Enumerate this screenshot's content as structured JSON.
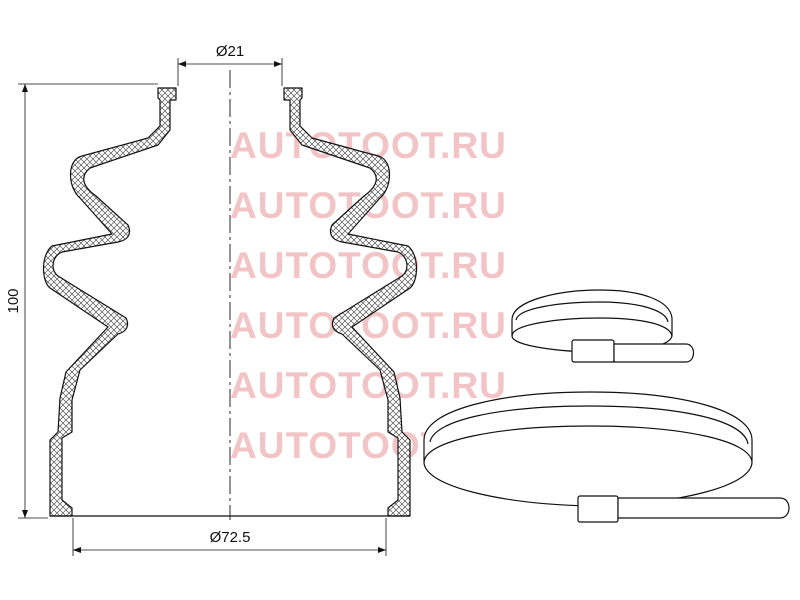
{
  "dimensions": {
    "small_diameter": "Ø21",
    "large_diameter": "Ø72.5",
    "height": "100"
  },
  "watermark": {
    "text": "AUTOTOOT.RU",
    "color": "#f2c4c6",
    "repeat": 6
  },
  "colors": {
    "line": "#111111",
    "hatch": "#555555",
    "background": "#ffffff"
  },
  "icons": [
    "cv-boot-cross-section",
    "small-clamp-band",
    "large-clamp-band"
  ]
}
